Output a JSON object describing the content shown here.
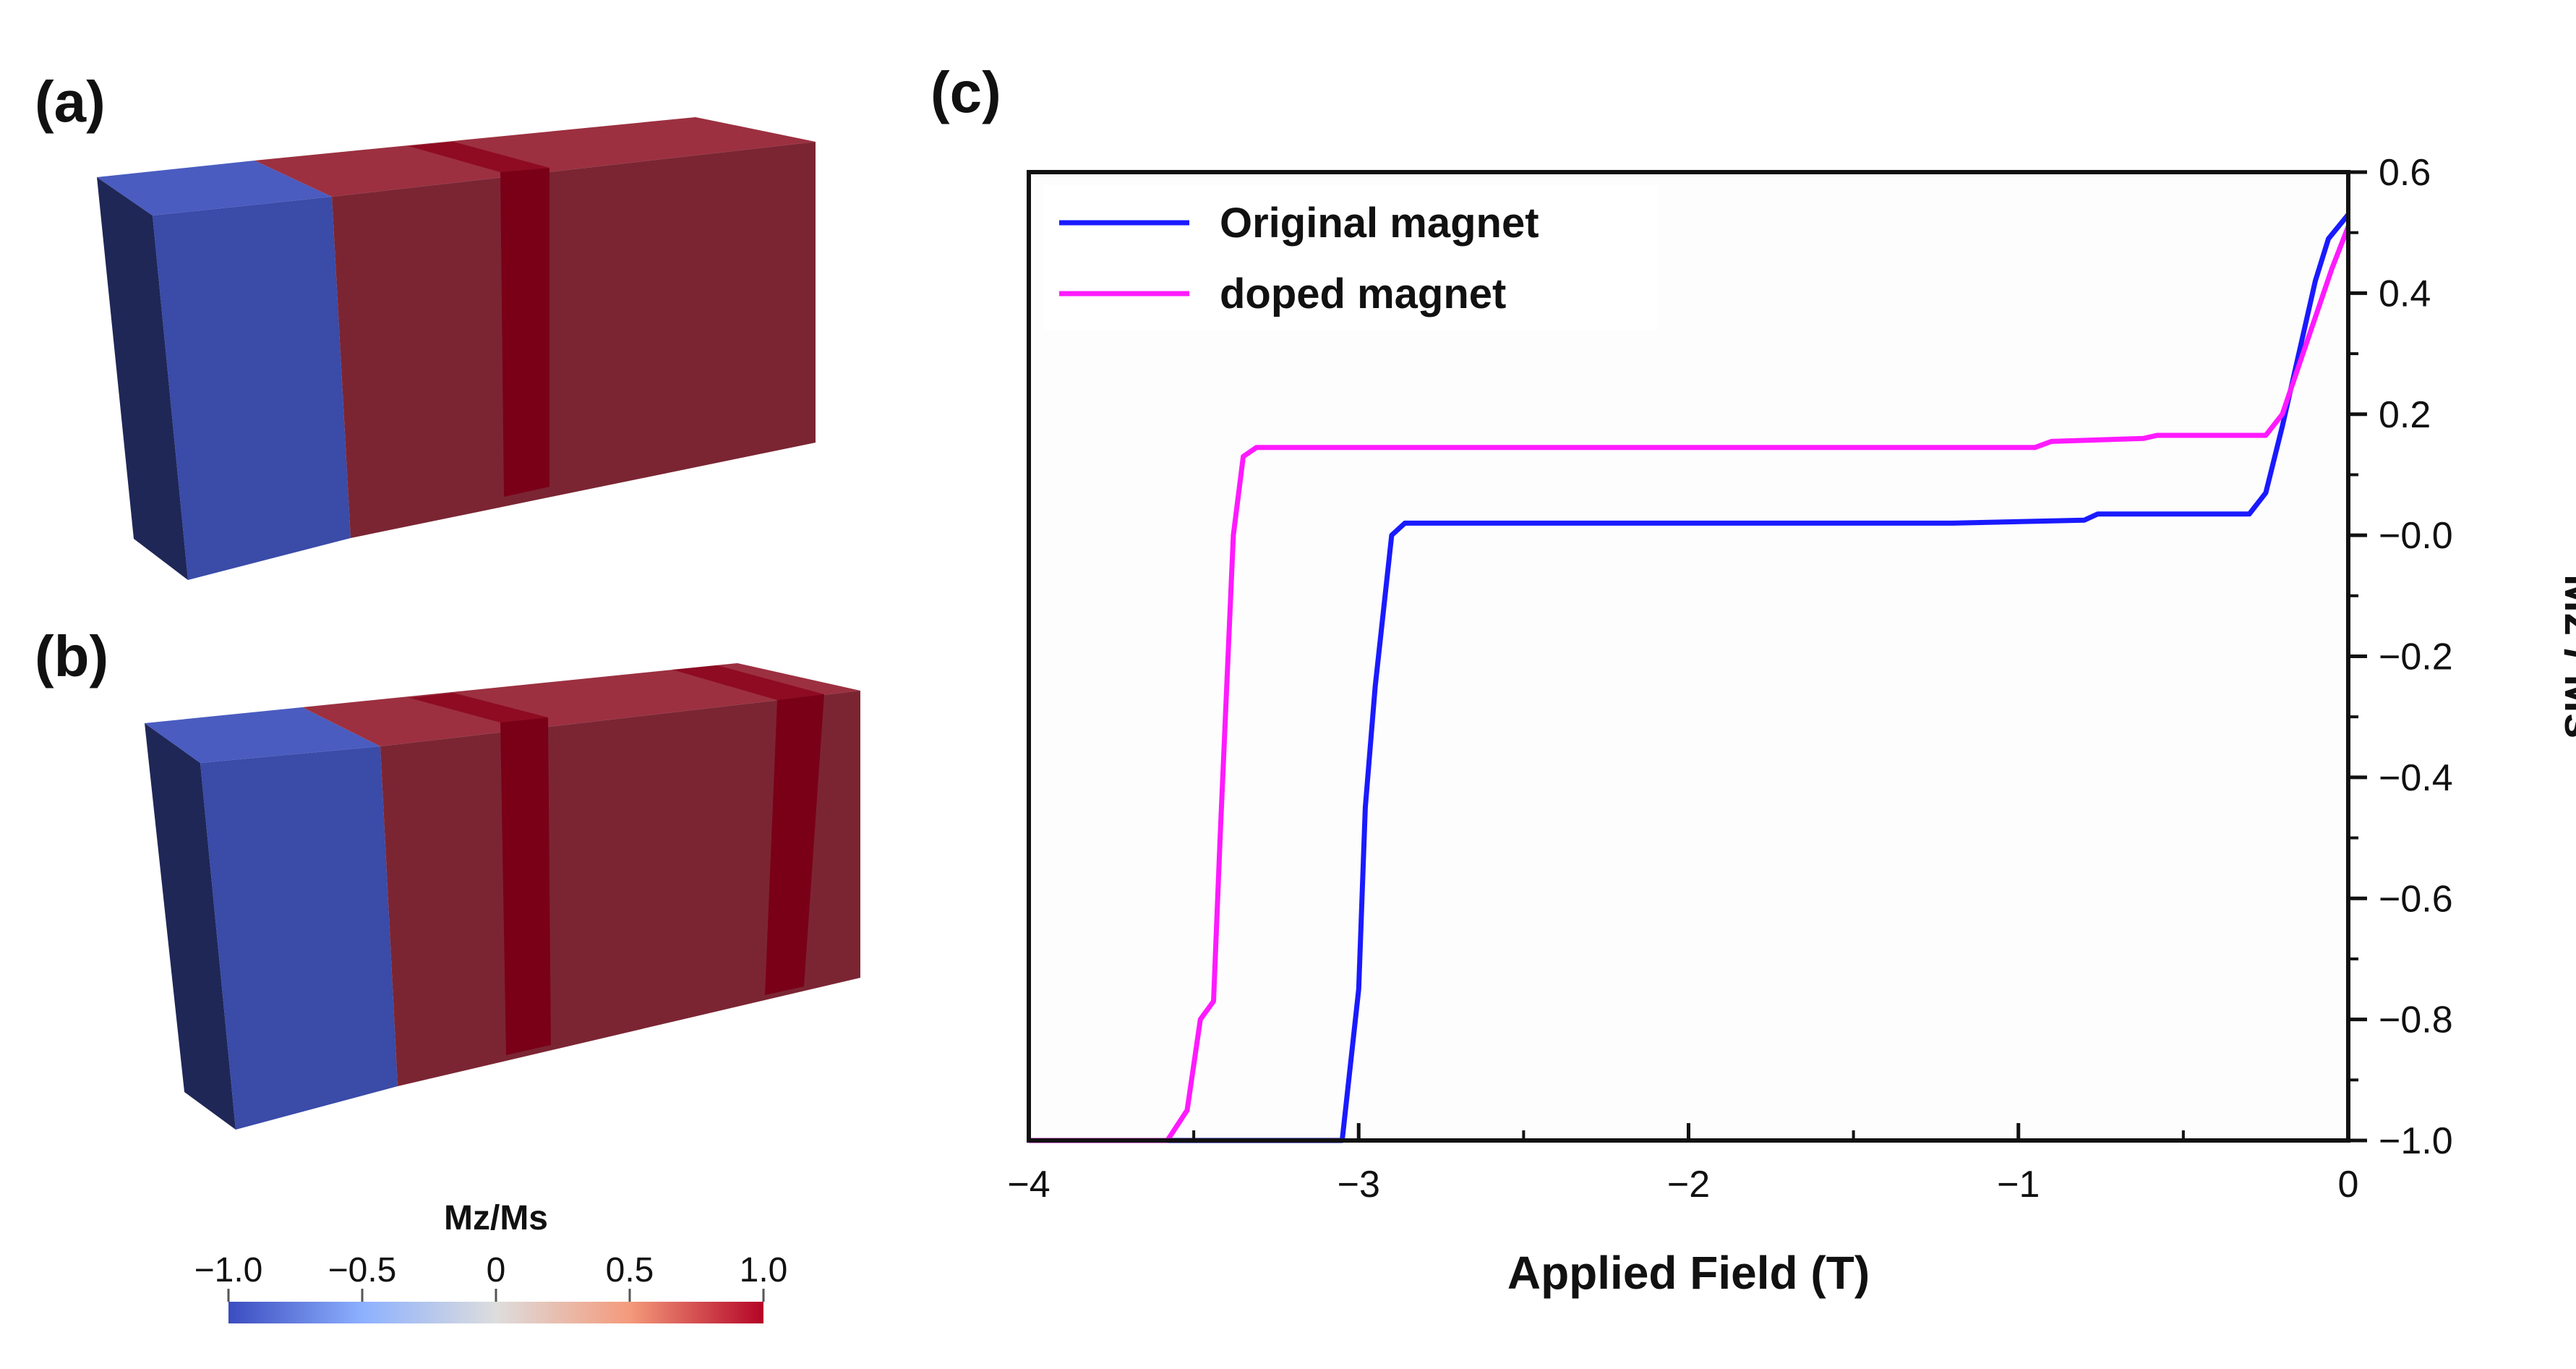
{
  "panels": {
    "a": "(a)",
    "b": "(b)",
    "c": "(c)"
  },
  "colorbar": {
    "title": "Mz/Ms",
    "ticks": [
      -1.0,
      -0.5,
      0,
      0.5,
      1.0
    ],
    "tick_labels": [
      "−1.0",
      "−0.5",
      "0",
      "0.5",
      "1.0"
    ],
    "low_color": "#3b4cc0",
    "mid_color": "#dddddd",
    "high_color": "#b40426"
  },
  "magnet_colors": {
    "blue_front": "#3a4ba8",
    "blue_top": "#4a5cc0",
    "blue_side": "#1f2757",
    "red_front": "#7b2533",
    "red_top": "#9c3040",
    "dark_stripe": "#7a0018",
    "dark_stripe_top": "#8e0b22"
  },
  "chart_data": {
    "type": "line",
    "xlabel": "Applied Field (T)",
    "ylabel": "Mz / Ms",
    "xlim": [
      -4,
      0
    ],
    "ylim": [
      -1.0,
      0.6
    ],
    "xticks": [
      -4,
      -3,
      -2,
      -1,
      0
    ],
    "xtick_labels": [
      "−4",
      "−3",
      "−2",
      "−1",
      "0"
    ],
    "yticks": [
      0.6,
      0.4,
      0.2,
      0.0,
      -0.2,
      -0.4,
      -0.6,
      -0.8,
      -1.0
    ],
    "ytick_labels": [
      "0.6",
      "0.4",
      "0.2",
      "−0.0",
      "−0.2",
      "−0.4",
      "−0.6",
      "−0.8",
      "−1.0"
    ],
    "legend_position": "top-left",
    "y_axis_side": "right",
    "series": [
      {
        "name": "Original magnet",
        "color": "#1a1aff",
        "points": [
          [
            -4.0,
            -1.0
          ],
          [
            -3.05,
            -1.0
          ],
          [
            -3.0,
            -0.75
          ],
          [
            -2.98,
            -0.45
          ],
          [
            -2.95,
            -0.25
          ],
          [
            -2.9,
            0.0
          ],
          [
            -2.86,
            0.02
          ],
          [
            -2.0,
            0.02
          ],
          [
            -1.2,
            0.02
          ],
          [
            -0.8,
            0.025
          ],
          [
            -0.76,
            0.035
          ],
          [
            -0.5,
            0.035
          ],
          [
            -0.3,
            0.035
          ],
          [
            -0.25,
            0.07
          ],
          [
            -0.2,
            0.18
          ],
          [
            -0.15,
            0.3
          ],
          [
            -0.1,
            0.42
          ],
          [
            -0.06,
            0.49
          ],
          [
            0.0,
            0.53
          ]
        ]
      },
      {
        "name": "doped magnet",
        "color": "#ff1aff",
        "points": [
          [
            -4.0,
            -1.0
          ],
          [
            -3.58,
            -1.0
          ],
          [
            -3.52,
            -0.95
          ],
          [
            -3.48,
            -0.8
          ],
          [
            -3.44,
            -0.77
          ],
          [
            -3.42,
            -0.5
          ],
          [
            -3.38,
            0.0
          ],
          [
            -3.35,
            0.13
          ],
          [
            -3.31,
            0.145
          ],
          [
            -2.0,
            0.145
          ],
          [
            -0.95,
            0.145
          ],
          [
            -0.9,
            0.155
          ],
          [
            -0.62,
            0.16
          ],
          [
            -0.58,
            0.165
          ],
          [
            -0.25,
            0.165
          ],
          [
            -0.2,
            0.2
          ],
          [
            -0.15,
            0.28
          ],
          [
            -0.1,
            0.36
          ],
          [
            -0.05,
            0.44
          ],
          [
            0.0,
            0.51
          ]
        ]
      }
    ]
  }
}
